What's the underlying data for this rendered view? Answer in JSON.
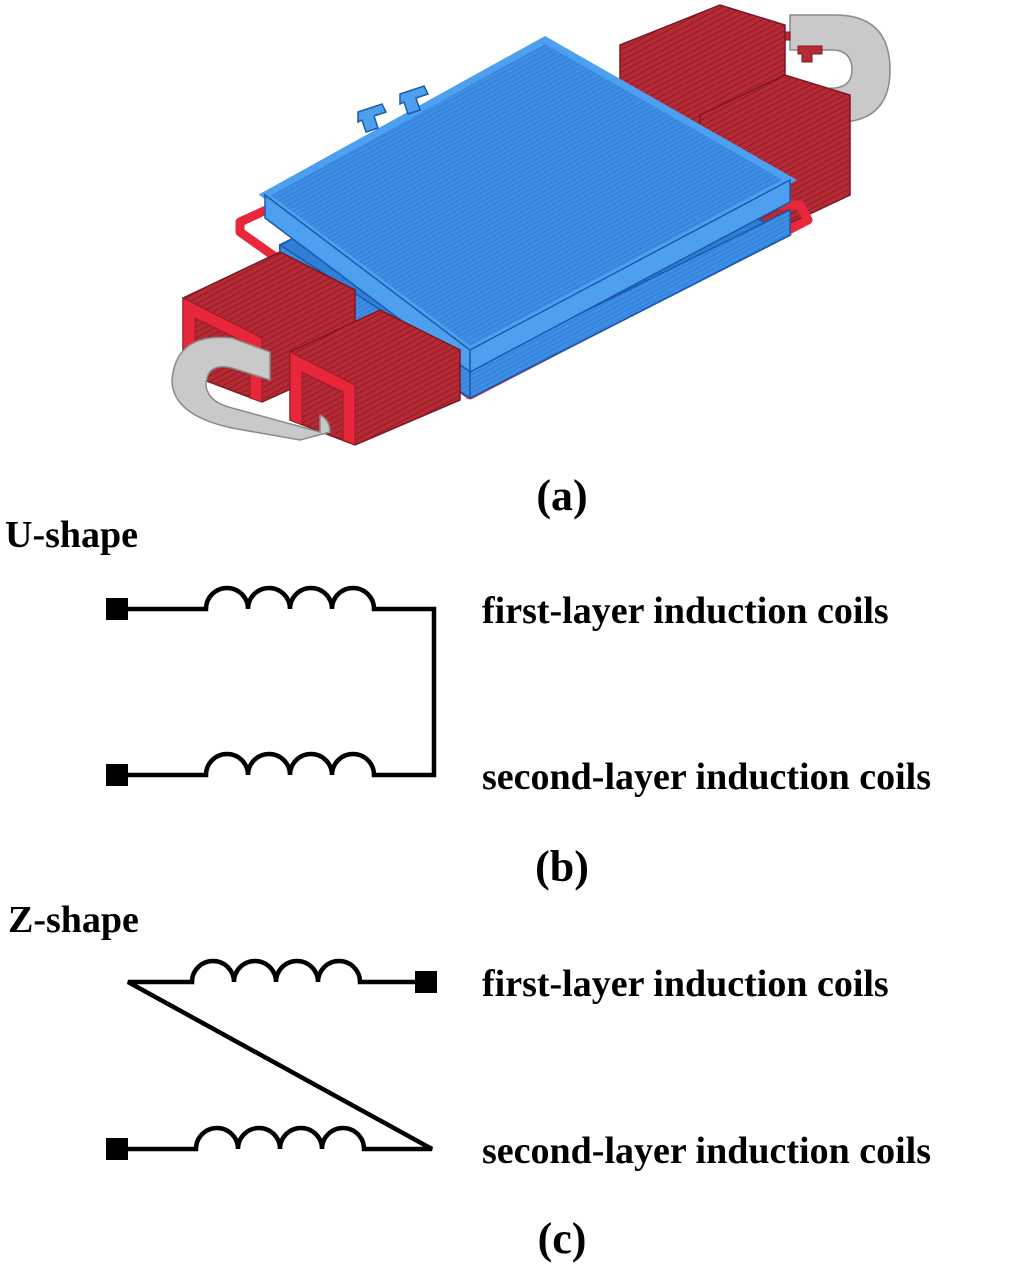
{
  "panel_a": {
    "caption": "(a)",
    "colors": {
      "magnetic_core": "#3d8ee6",
      "induction_coil": "#b52a35",
      "coil_frame": "#e8283a",
      "back_iron": "#c9c9c9"
    }
  },
  "panel_b": {
    "caption": "(b)",
    "title": "U-shape",
    "top_label": "first-layer induction coils",
    "bottom_label": "second-layer induction coils"
  },
  "panel_c": {
    "caption": "(c)",
    "title": "Z-shape",
    "top_label": "first-layer induction coils",
    "bottom_label": "second-layer induction coils"
  }
}
